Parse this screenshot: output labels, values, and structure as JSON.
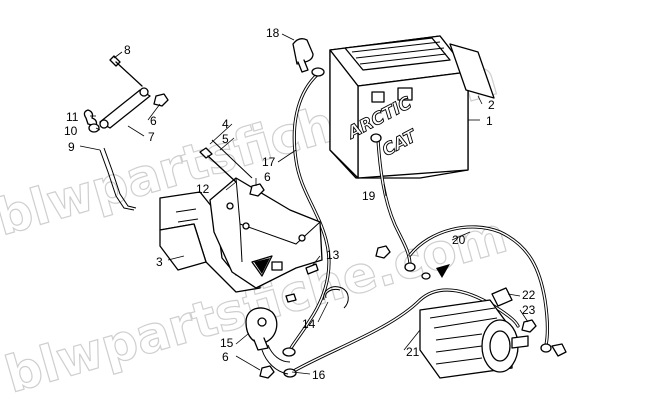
{
  "watermark": "blwpartsfiche.com",
  "brand": {
    "line1": "ARCTIC",
    "line2": "CAT"
  },
  "callouts": [
    {
      "id": "c1",
      "text": "1"
    },
    {
      "id": "c2",
      "text": "2"
    },
    {
      "id": "c3",
      "text": "3"
    },
    {
      "id": "c4",
      "text": "4"
    },
    {
      "id": "c5",
      "text": "5"
    },
    {
      "id": "c6a",
      "text": "6"
    },
    {
      "id": "c6b",
      "text": "6"
    },
    {
      "id": "c6c",
      "text": "6"
    },
    {
      "id": "c7",
      "text": "7"
    },
    {
      "id": "c8",
      "text": "8"
    },
    {
      "id": "c9",
      "text": "9"
    },
    {
      "id": "c10",
      "text": "10"
    },
    {
      "id": "c11",
      "text": "11"
    },
    {
      "id": "c12",
      "text": "12"
    },
    {
      "id": "c13",
      "text": "13"
    },
    {
      "id": "c14",
      "text": "14"
    },
    {
      "id": "c15",
      "text": "15"
    },
    {
      "id": "c16",
      "text": "16"
    },
    {
      "id": "c17",
      "text": "17"
    },
    {
      "id": "c18",
      "text": "18"
    },
    {
      "id": "c19",
      "text": "19"
    },
    {
      "id": "c20",
      "text": "20"
    },
    {
      "id": "c21",
      "text": "21"
    },
    {
      "id": "c22",
      "text": "22"
    },
    {
      "id": "c23",
      "text": "23"
    }
  ]
}
